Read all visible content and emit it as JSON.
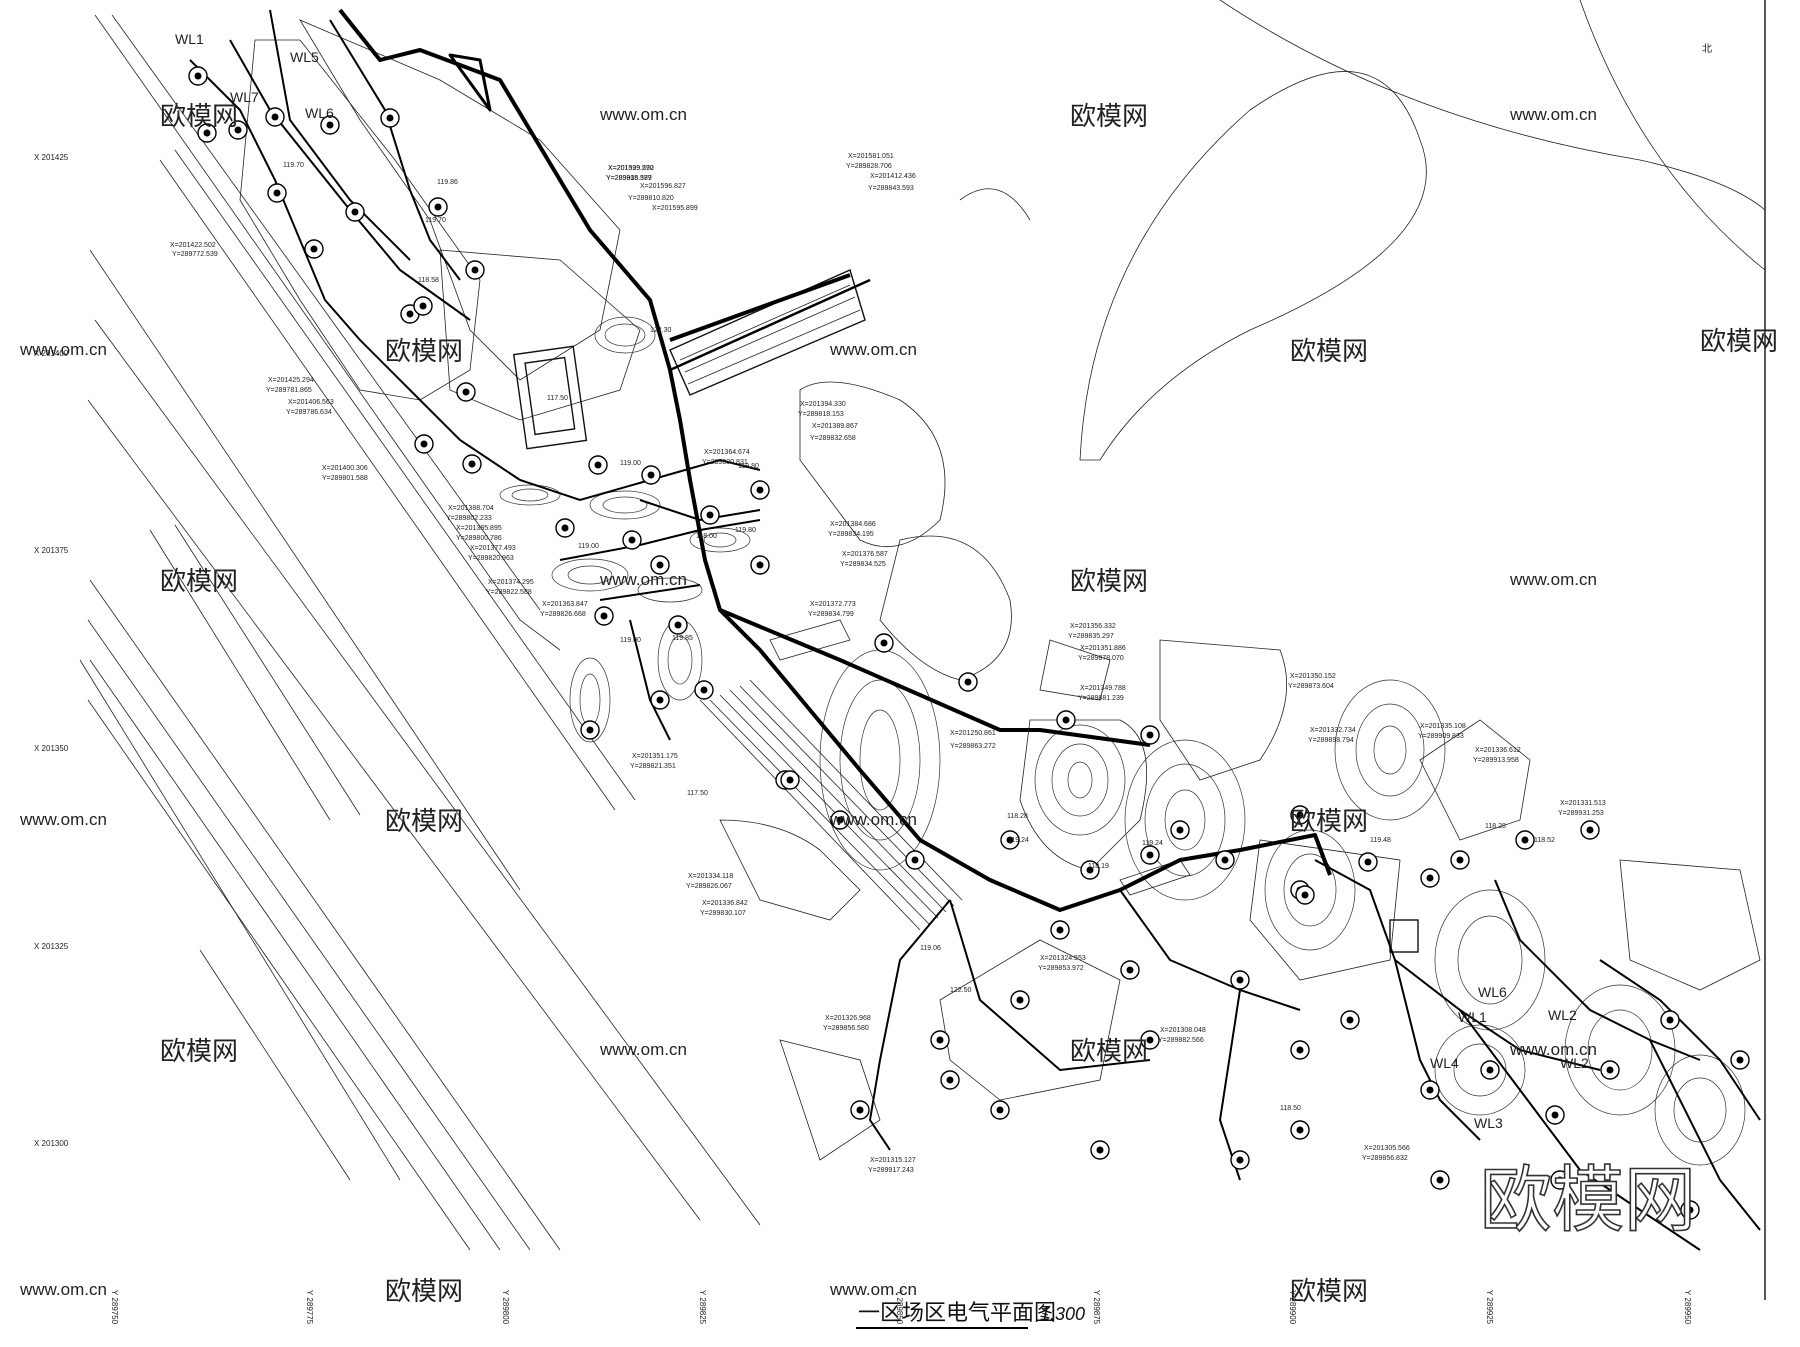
{
  "drawing": {
    "title": "一区场区电气平面图",
    "scale": "1:300",
    "north_mark": "北"
  },
  "grid_x": [
    "X 201425",
    "X 201400",
    "X 201375",
    "X 201350",
    "X 201325",
    "X 201300"
  ],
  "grid_y": [
    "Y 289750",
    "Y 289775",
    "Y 289800",
    "Y 289825",
    "Y 289850",
    "Y 289875",
    "Y 289900",
    "Y 289925",
    "Y 289950"
  ],
  "circuits": [
    "WL5",
    "WL6",
    "WL7",
    "WL1",
    "WL6",
    "WL4",
    "WL2",
    "WL3",
    "WL1",
    "WL2"
  ],
  "elevations": [
    "119.70",
    "119.86",
    "119.70",
    "118.58",
    "117.50",
    "119.00",
    "119.80",
    "119.00",
    "119.80",
    "118.00",
    "119.00",
    "119.85",
    "117.50",
    "119.06",
    "118.28",
    "119.24",
    "118.19",
    "119.24",
    "118.28",
    "118.52",
    "118.50",
    "119.48",
    "122.50",
    "122.30"
  ],
  "coords": [
    "X=201599.272",
    "Y=289808.389",
    "X=201596.827",
    "Y=289810.820",
    "X=201595.899",
    "X=201581.051",
    "Y=289828.706",
    "X=201412.436",
    "Y=289843.593",
    "X=201422.502",
    "Y=289772.539",
    "X=201425.294",
    "Y=289781.865",
    "X=201406.563",
    "Y=289786.634",
    "X=201400.306",
    "Y=289801.588",
    "X=201388.704",
    "Y=289802.233",
    "X=201385.895",
    "Y=289800.786",
    "X=201377.493",
    "Y=289820.963",
    "X=201374.295",
    "Y=289822.588",
    "X=201363.847",
    "Y=289826.668",
    "X=201364.674",
    "Y=289830.831",
    "X=201394.330",
    "Y=289818.153",
    "X=201389.867",
    "Y=289832.658",
    "X=201384.686",
    "Y=289834.195",
    "X=201376.587",
    "Y=289834.525",
    "X=201372.773",
    "Y=289834.799",
    "X=201356.332",
    "Y=289835.297",
    "X=201351.886",
    "Y=289878.070",
    "X=201349.788",
    "Y=289881.239",
    "X=201350.152",
    "Y=289873.604",
    "X=201332.734",
    "Y=289898.794",
    "X=201335.108",
    "Y=289909.833",
    "X=201336.612",
    "Y=289913.958",
    "X=201331.513",
    "Y=289931.253",
    "X=201250.861",
    "Y=289863.272",
    "X=201351.175",
    "Y=289821.351",
    "X=201334.118",
    "Y=289826.067",
    "X=201336.842",
    "Y=289830.107",
    "X=201326.968",
    "Y=289856.580",
    "X=201324.553",
    "Y=289853.972",
    "X=201308.048",
    "Y=289882.566",
    "X=201315.127",
    "Y=289917.243",
    "X=201305.566",
    "Y=289856.832",
    "X=201329.590",
    "Y=289915.577"
  ],
  "watermark": {
    "brand": "欧模网",
    "url": "www.om.cn"
  }
}
